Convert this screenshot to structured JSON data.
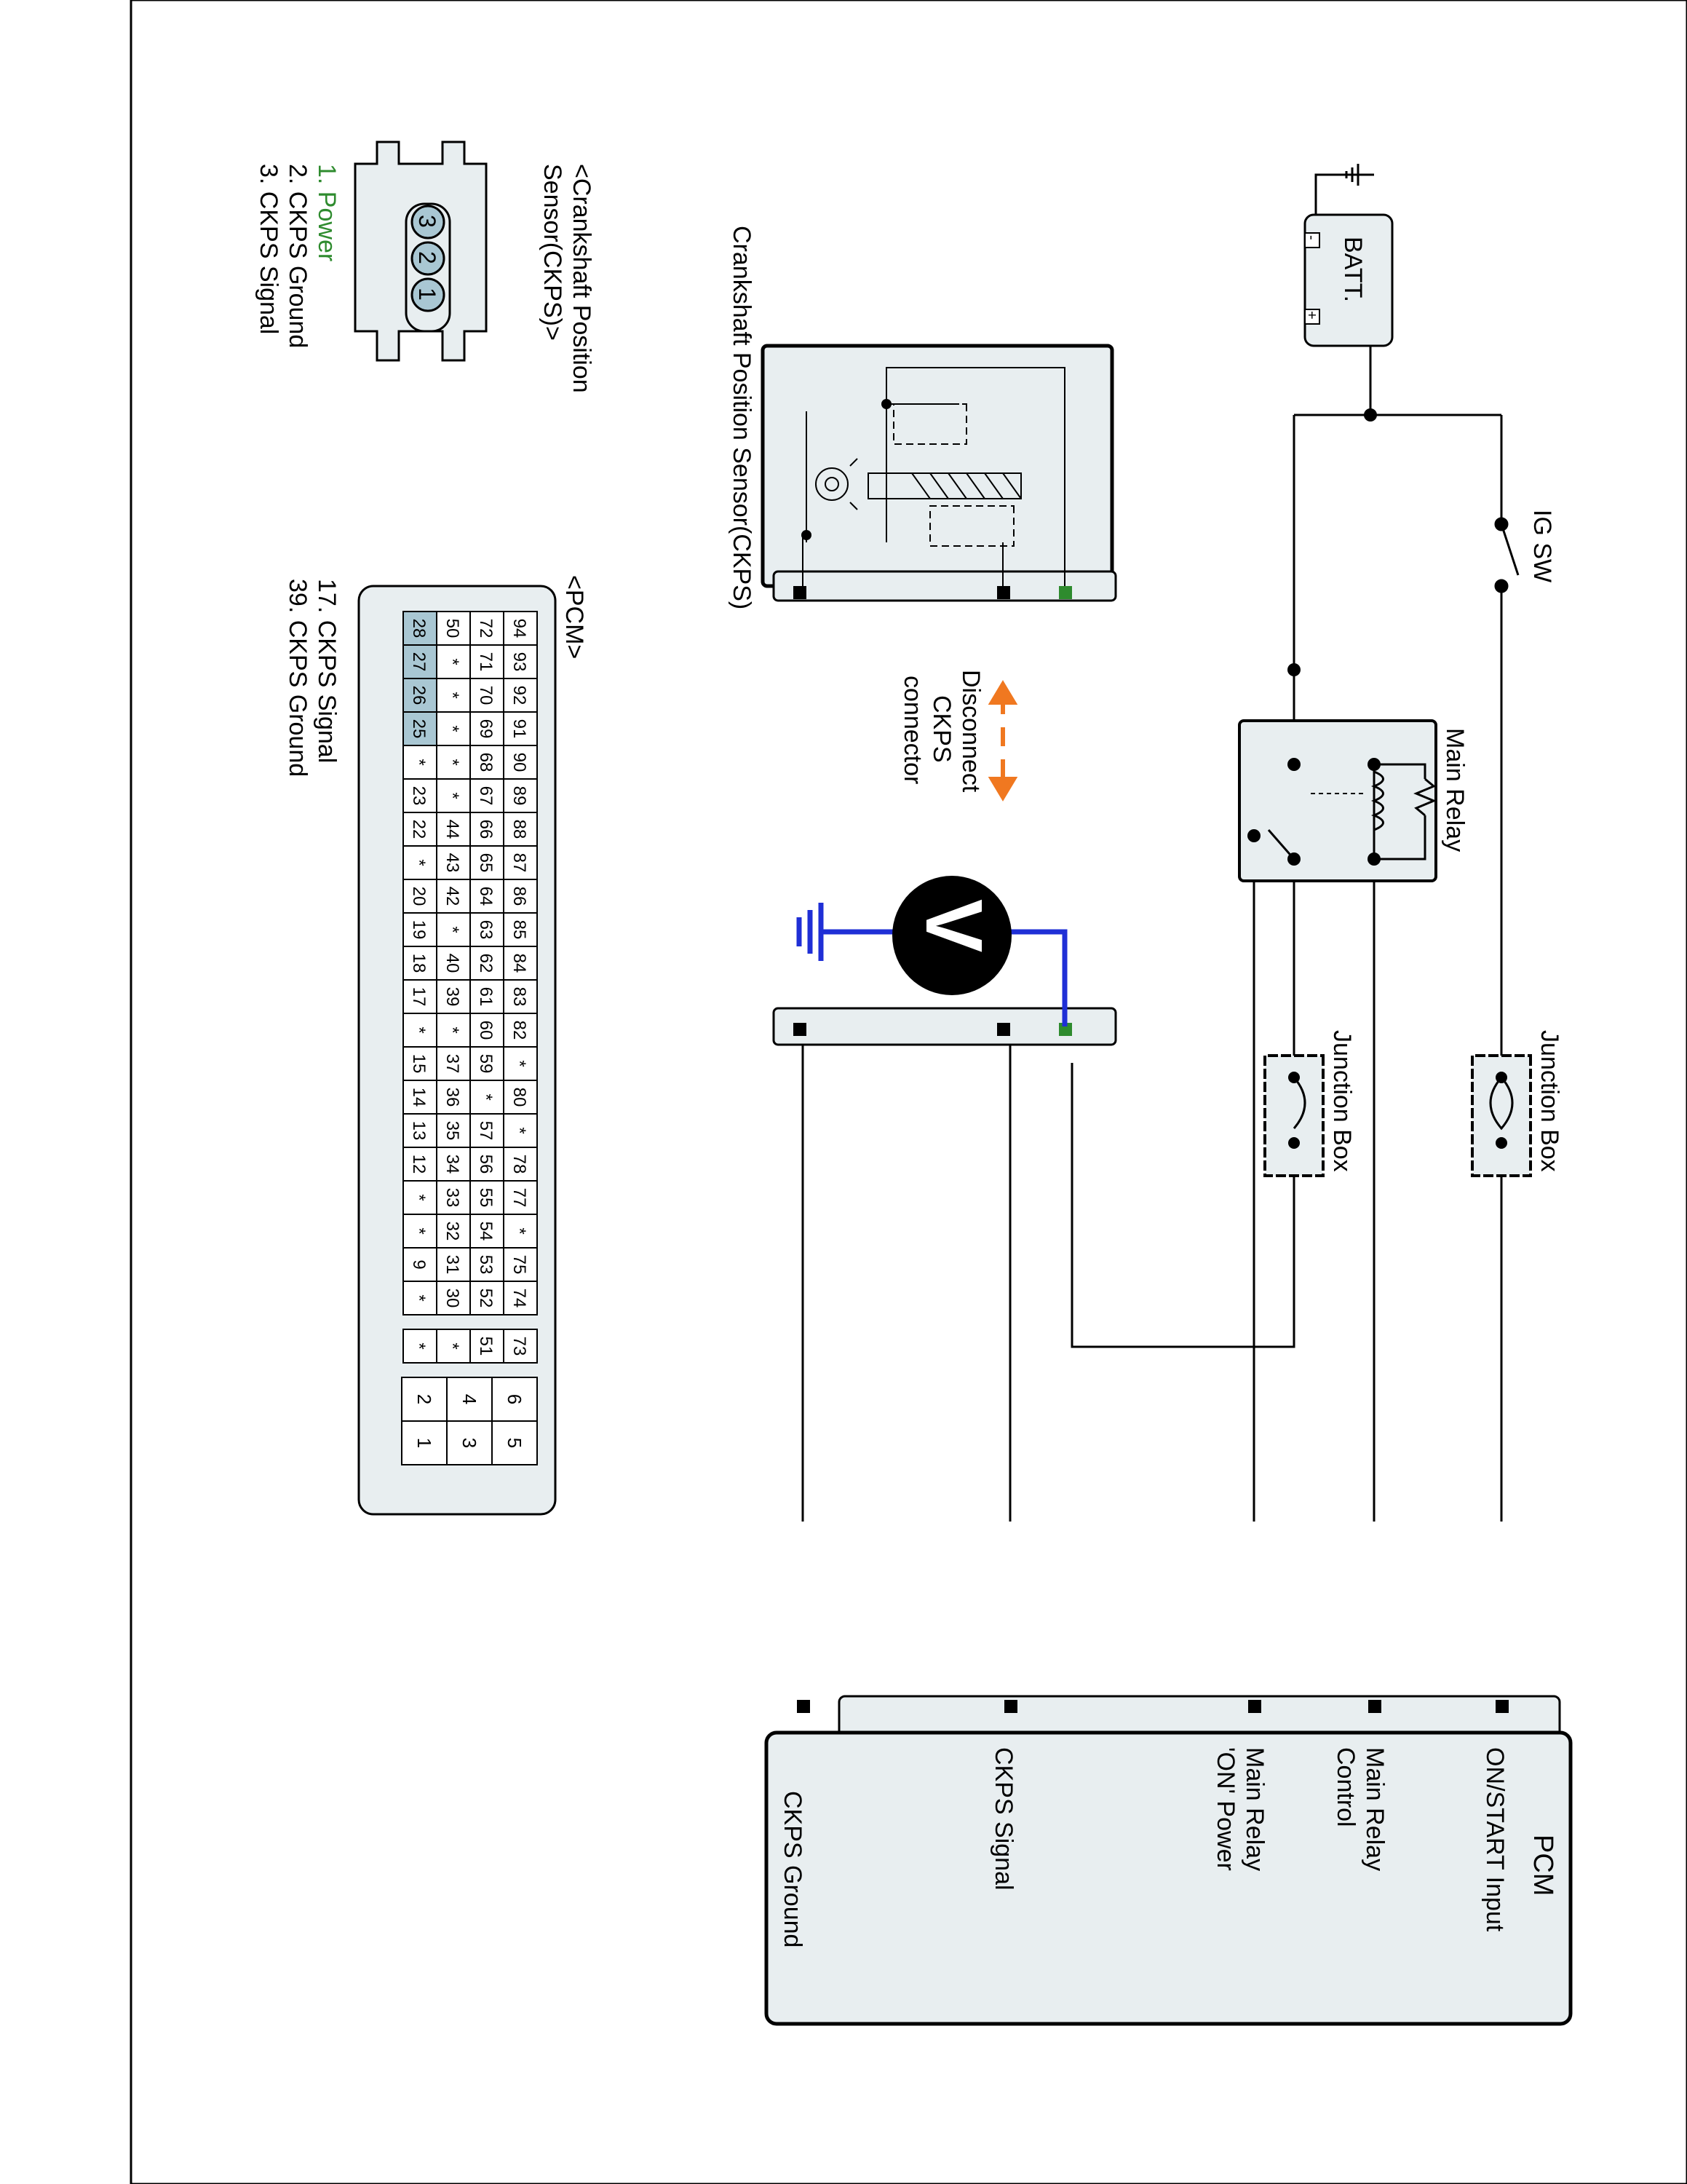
{
  "colors": {
    "wire": "#000000",
    "meter_wire": "#1f2fd6",
    "power_pin": "#2e8b2e",
    "arrow": "#f07820",
    "panel_fill": "#e8eef0",
    "pin_highlight": "#a9c7d3",
    "connector_pin_fill": "#a9c7d3"
  },
  "icons": {
    "ground": "ground-icon",
    "battery": "battery-icon",
    "switch": "ig-switch-icon",
    "fuse": "fuse-icon",
    "relay_coil": "relay-coil-icon",
    "voltmeter": "voltmeter-icon",
    "arrow": "double-arrow-icon"
  },
  "labels": {
    "batt": "BATT.",
    "batt_minus": "-",
    "batt_plus": "+",
    "ig_sw": "IG SW",
    "main_relay": "Main Relay",
    "junction_box_1": "Junction Box",
    "junction_box_2": "Junction Box",
    "pcm_title": "PCM",
    "voltmeter": "V",
    "ckps_title": "Crankshaft Position Sensor(CKPS)",
    "disconnect_line1": "Disconnect",
    "disconnect_line2": "CKPS",
    "disconnect_line3": "connector"
  },
  "pcm_pins": [
    "ON/START Input",
    "Main Relay Control",
    "Main Relay 'ON' Power",
    "CKPS Signal",
    "CKPS Ground"
  ],
  "ckps_connector": {
    "title_line1": "<Crankshaft Position",
    "title_line2": "Sensor(CKPS)>",
    "pins": [
      "3",
      "2",
      "1"
    ],
    "legend": [
      "1. Power",
      "2. CKPS Ground",
      "3. CKPS Signal"
    ]
  },
  "pcm_connector": {
    "title": "<PCM>",
    "legend": [
      "17. CKPS Signal",
      "39. CKPS Ground"
    ],
    "rows": [
      [
        "94",
        "93",
        "92",
        "91",
        "90",
        "89",
        "88",
        "87",
        "86",
        "85",
        "84",
        "83",
        "82",
        "*",
        "80",
        "*",
        "78",
        "77",
        "*",
        "75",
        "74"
      ],
      [
        "72",
        "71",
        "70",
        "69",
        "68",
        "67",
        "66",
        "65",
        "64",
        "63",
        "62",
        "61",
        "60",
        "59",
        "*",
        "57",
        "56",
        "55",
        "54",
        "53",
        "52"
      ],
      [
        "50",
        "*",
        "*",
        "*",
        "*",
        "*",
        "44",
        "43",
        "42",
        "*",
        "40",
        "39",
        "*",
        "37",
        "36",
        "35",
        "34",
        "33",
        "32",
        "31",
        "30"
      ],
      [
        "28",
        "27",
        "26",
        "25",
        "*",
        "23",
        "22",
        "*",
        "20",
        "19",
        "18",
        "17",
        "*",
        "15",
        "14",
        "13",
        "12",
        "*",
        "*",
        "9",
        "*"
      ]
    ],
    "side_cells": [
      [
        "73",
        "51",
        "*",
        "*"
      ]
    ],
    "small_grid": [
      [
        "6",
        "4",
        "2"
      ],
      [
        "5",
        "3",
        "1"
      ]
    ]
  }
}
